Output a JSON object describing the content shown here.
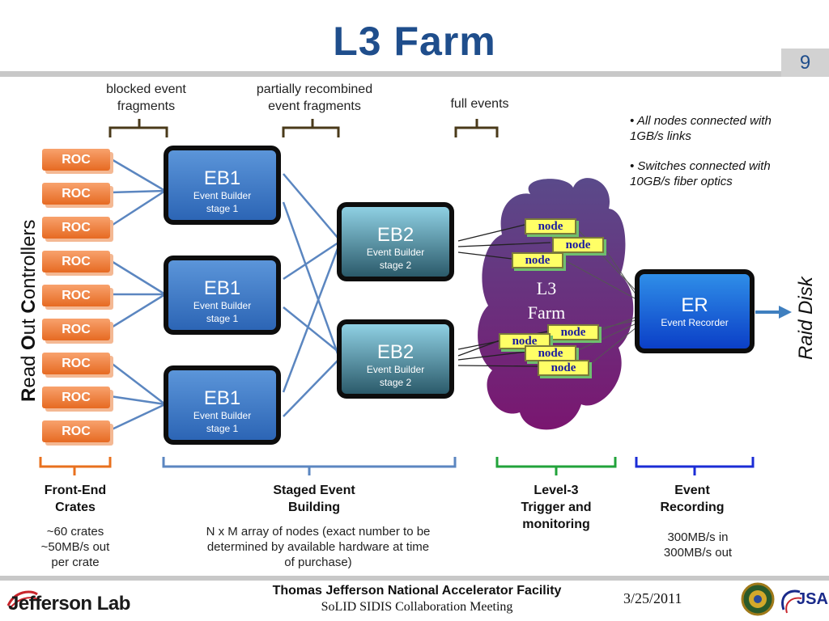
{
  "title": "L3 Farm",
  "page_number": "9",
  "bracket_labels": {
    "blocked": "blocked event fragments",
    "partial": "partially recombined event fragments",
    "full": "full events"
  },
  "notes": [
    "• All nodes connected with 1GB/s links",
    "• Switches connected with 10GB/s fiber optics"
  ],
  "roc_label": "ROC",
  "roc_count": 9,
  "side_label": {
    "r": "R",
    "ead": "ead ",
    "o": "O",
    "ut": "ut ",
    "c": "C",
    "ontrollers": "ontrollers"
  },
  "eb1": {
    "title": "EB1",
    "line1": "Event Builder",
    "line2": "stage 1"
  },
  "eb2": {
    "title": "EB2",
    "line1": "Event Builder",
    "line2": "stage 2"
  },
  "farm": {
    "line1": "L3",
    "line2": "Farm",
    "node_label": "node"
  },
  "er": {
    "title": "ER",
    "line1": "Event Recorder"
  },
  "raid": "Raid Disk",
  "sections": {
    "frontend": {
      "title": "Front-End Crates",
      "desc": "~60 crates ~50MB/s out per crate"
    },
    "staged": {
      "title": "Staged Event Building",
      "desc": "N x M array of nodes (exact number to be determined by available hardware at time of purchase)"
    },
    "level3": {
      "title": "Level-3 Trigger and monitoring"
    },
    "recording": {
      "title": "Event Recording",
      "desc": "300MB/s in 300MB/s out"
    }
  },
  "colors": {
    "title": "#1f4e8c",
    "frontend": "#e8701e",
    "staged": "#5b86c0",
    "level3": "#21a33a",
    "recording": "#1b2cd6"
  },
  "footer": {
    "org": "Jefferson Lab",
    "facility": "Thomas Jefferson National Accelerator Facility",
    "meeting": "SoLID SIDIS Collaboration Meeting",
    "date": "3/25/2011",
    "jsa": "JSA"
  }
}
